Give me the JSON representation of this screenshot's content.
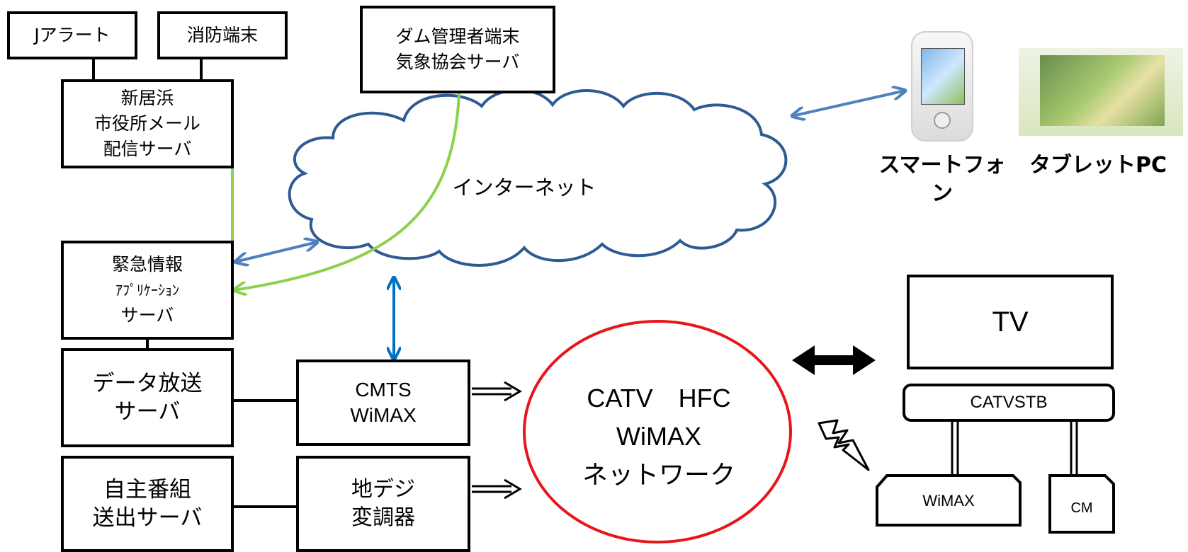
{
  "nodes": {
    "j_alert": "Jアラート",
    "fire_terminal": "消防端末",
    "dam_terminal": "ダム管理者端末\n気象協会サーバ",
    "city_mail_server": "新居浜\n市役所メール\n配信サーバ",
    "emergency_server": {
      "line1": "緊急情報",
      "line2": "ｱﾌﾟﾘｹｰｼｮﾝ",
      "line3": "サーバ"
    },
    "data_broadcast_server": "データ放送\nサーバ",
    "own_program_server": "自主番組\n送出サーバ",
    "cmts_wimax": "CMTS\nWiMAX",
    "digital_modulator": "地デジ\n変調器",
    "internet": "インターネット",
    "catv_network": "CATV　HFC\nWiMAX\nネットワーク",
    "smartphone": "スマートフォン",
    "tablet_pc": "タブレットPC",
    "tv": "TV",
    "catv_stb": "CATVSTB",
    "wimax_device": "WiMAX",
    "cm_device": "CM"
  },
  "colors": {
    "box_border": "#000000",
    "cloud_stroke": "#2e5b93",
    "network_ring": "#e8161b",
    "green_line": "#8cd14c",
    "arrow_light_blue": "#4f81bd",
    "arrow_blue": "#0070c0"
  },
  "icons": [
    "smartphone-image",
    "tablet-image",
    "lightning-icon"
  ]
}
